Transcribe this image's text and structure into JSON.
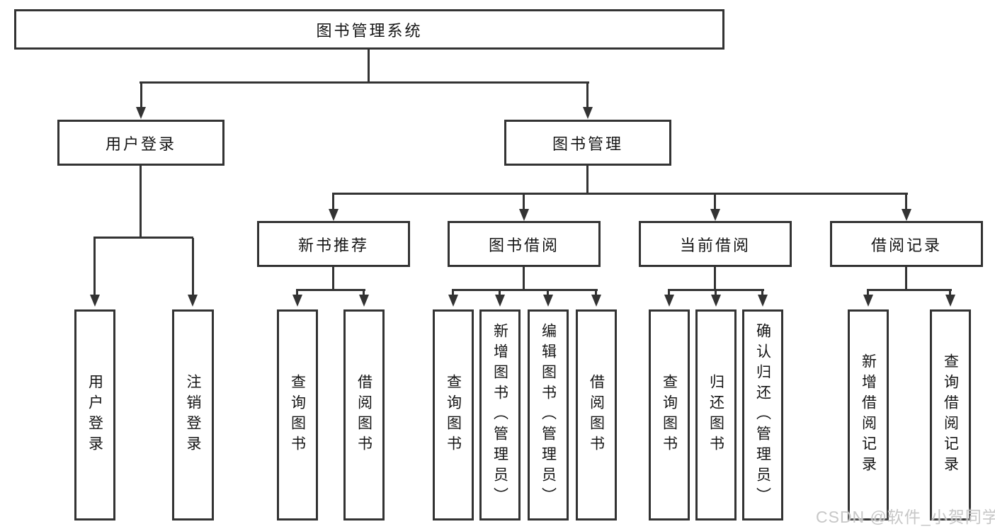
{
  "tree": {
    "label": "图书管理系统",
    "children": [
      {
        "label": "用户登录",
        "children": [
          {
            "label": "用户登录"
          },
          {
            "label": "注销登录"
          }
        ]
      },
      {
        "label": "图书管理",
        "children": [
          {
            "label": "新书推荐",
            "children": [
              {
                "label": "查询图书"
              },
              {
                "label": "借阅图书"
              }
            ]
          },
          {
            "label": "图书借阅",
            "children": [
              {
                "label": "查询图书"
              },
              {
                "label": "新增图书（管理员）"
              },
              {
                "label": "编辑图书（管理员）"
              },
              {
                "label": "借阅图书"
              }
            ]
          },
          {
            "label": "当前借阅",
            "children": [
              {
                "label": "查询图书"
              },
              {
                "label": "归还图书"
              },
              {
                "label": "确认归还（管理员）"
              }
            ]
          },
          {
            "label": "借阅记录",
            "children": [
              {
                "label": "新增借阅记录"
              },
              {
                "label": "查询借阅记录"
              }
            ]
          }
        ]
      }
    ]
  },
  "watermark": {
    "text": "CSDN @软件_小贺同学"
  },
  "colors": {
    "background": "#ffffff",
    "line": "#333333",
    "text": "#151515",
    "watermark": "#c7c7c7"
  }
}
